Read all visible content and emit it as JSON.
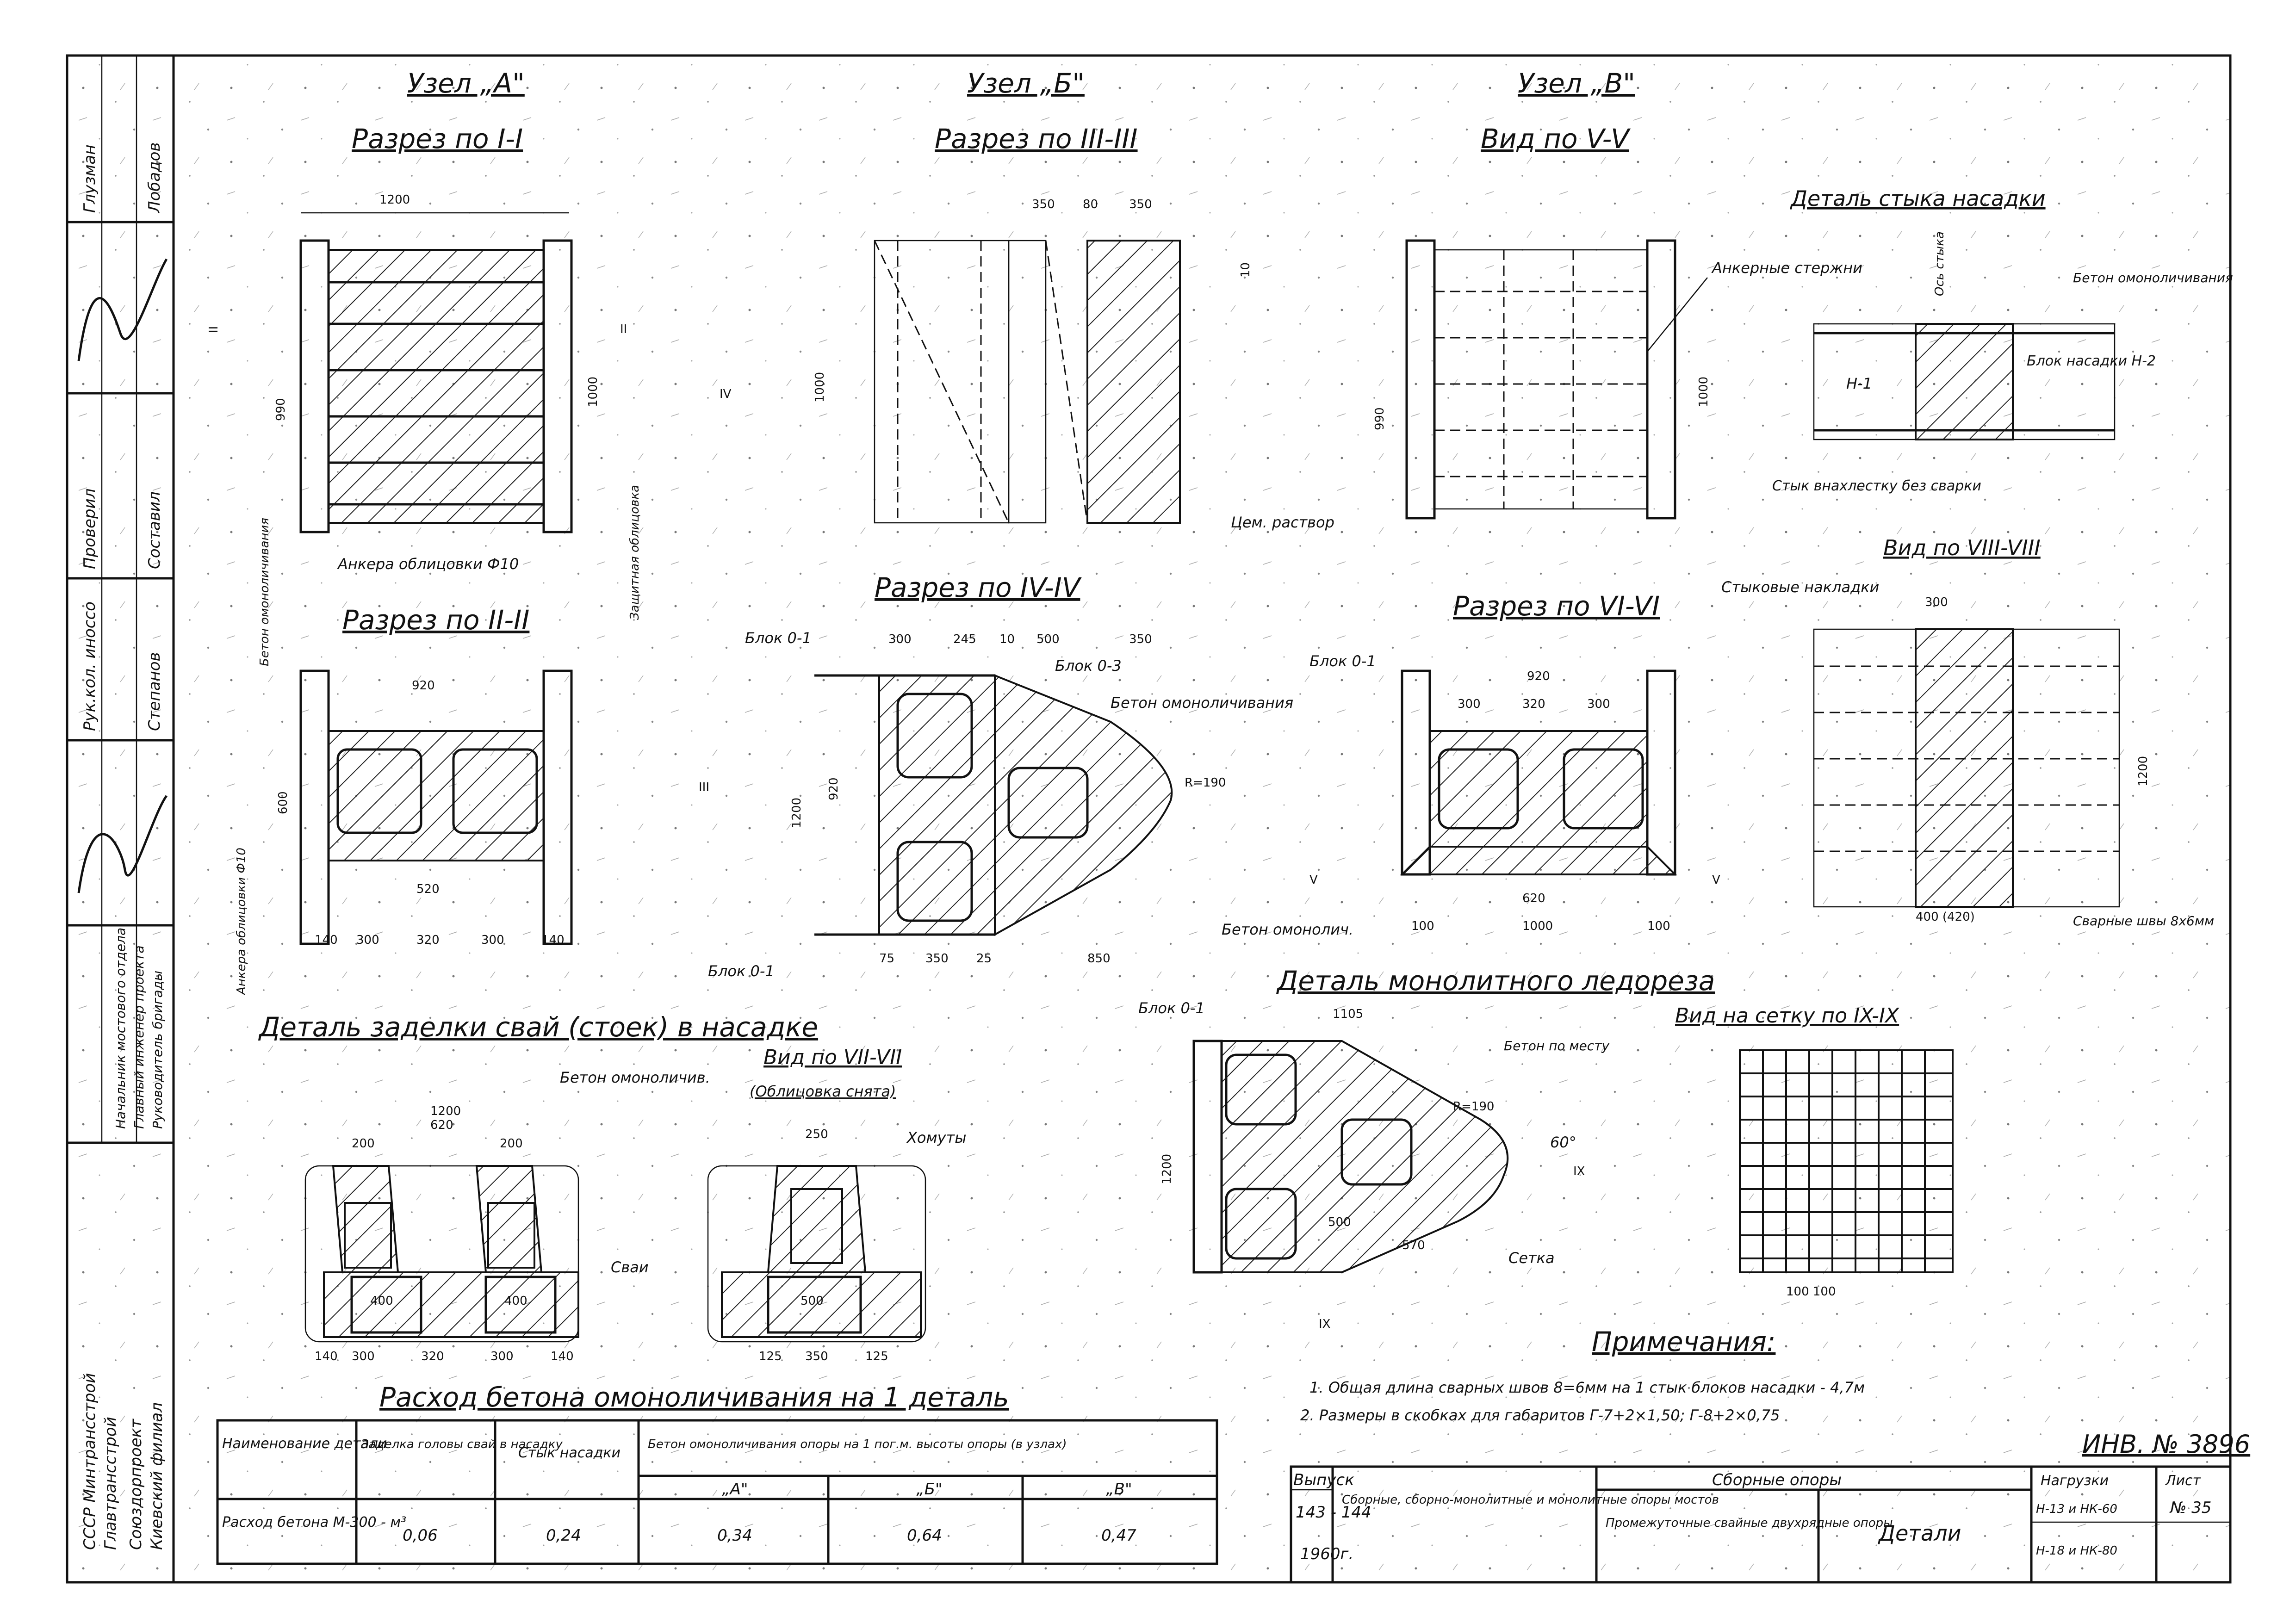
{
  "uzel_a": {
    "title": "Узел „А\"",
    "section": "Разрез по I-I",
    "anchors": "Анкера облицовки Ф10"
  },
  "uzel_b": {
    "title": "Узел „Б\"",
    "section": "Разрез по III-III"
  },
  "uzel_v": {
    "title": "Узел „В\"",
    "section": "Вид по V-V",
    "anchor_rods": "Анкерные стержни",
    "cement": "Цем. раствор"
  },
  "stykl": {
    "title": "Деталь стыка насадки",
    "axis": "Ось стыка",
    "concrete": "Бетон омоноличивания",
    "block_h1": "Н-1",
    "block_h2": "Блок насадки Н-2",
    "overlap": "Стык внахлестку без сварки"
  },
  "view_8": {
    "title": "Вид по VIII-VIII",
    "plates": "Стыковые накладки",
    "welds": "Сварные швы 8х6мм"
  },
  "sec_2": {
    "title": "Разрез по II-II",
    "concrete_label": "Бетон омоноличивания",
    "facing": "Защитная облицовка",
    "anchors": "Анкера облицовки Ф10"
  },
  "sec_4": {
    "title": "Разрез по IV-IV",
    "block_01": "Блок 0-1",
    "block_03": "Блок 0-3",
    "concrete": "Бетон омоноличивания",
    "block_01b": "Блок 0-1",
    "radius": "R=190"
  },
  "sec_6": {
    "title": "Разрез по VI-VI",
    "block": "Блок 0-1",
    "concrete": "Бетон омонолич."
  },
  "detail_piles": {
    "title": "Деталь заделки свай (стоек) в насадке",
    "concrete": "Бетон омоноличив.",
    "piles": "Сваи",
    "view7": "Вид по VII-VII",
    "view7_sub": "(Облицовка снята)",
    "clamps": "Хомуты"
  },
  "icebreaker": {
    "title": "Деталь монолитного ледореза",
    "block": "Блок 0-1",
    "concrete": "Бетон по месту",
    "mesh": "Сетка",
    "angle": "60°",
    "radius": "R=190"
  },
  "mesh_view": {
    "title": "Вид на сетку по IX-IX"
  },
  "notes": {
    "title": "Примечания:",
    "items": [
      "1. Общая длина сварных швов 8=6мм на 1 стык блоков насадки - 4,7м",
      "2. Размеры в скобках для габаритов Г-7+2×1,50; Г-8+2×0,75"
    ]
  },
  "table": {
    "title": "Расход бетона омоноличивания на 1 деталь",
    "headers": [
      "Наименование детали",
      "Заделка головы свай в насадку",
      "Стык насадки",
      "Бетон омоноличивания опоры на 1 пог.м. высоты опоры (в узлах)"
    ],
    "subheaders": [
      "„А\"",
      "„Б\"",
      "„В\""
    ],
    "row_label": "Расход бетона М-300 - м³",
    "row_values": [
      "0,06",
      "0,24",
      "0,34",
      "0,64",
      "0,47"
    ]
  },
  "stamp": {
    "issue_label": "Выпуск",
    "issue": "143 - 144",
    "year": "1960г.",
    "series": "Сборные, сборно-монолитные и монолитные опоры мостов",
    "group": "Сборные опоры",
    "type": "Промежуточные свайные двухрядные опоры",
    "name": "Детали",
    "loads_label": "Нагрузки",
    "loads_1": "Н-13 и НК-60",
    "loads_2": "Н-18 и НК-80",
    "sheet_label": "Лист",
    "sheet_no": "№ 35",
    "inv": "ИНВ. № 3896"
  },
  "sidebar": {
    "org": [
      "СССР Минтрансстрой",
      "Главтрансстрой",
      "Союздорпроект",
      "Киевский филиал"
    ],
    "roles": [
      "Руководитель бригады",
      "Главный инженер проекта",
      "Начальник мостового отдела",
      "Рук.кол. иноссо",
      "Проверил",
      "Составил",
      "Глузман",
      "Лобадов",
      "Степанов"
    ]
  }
}
